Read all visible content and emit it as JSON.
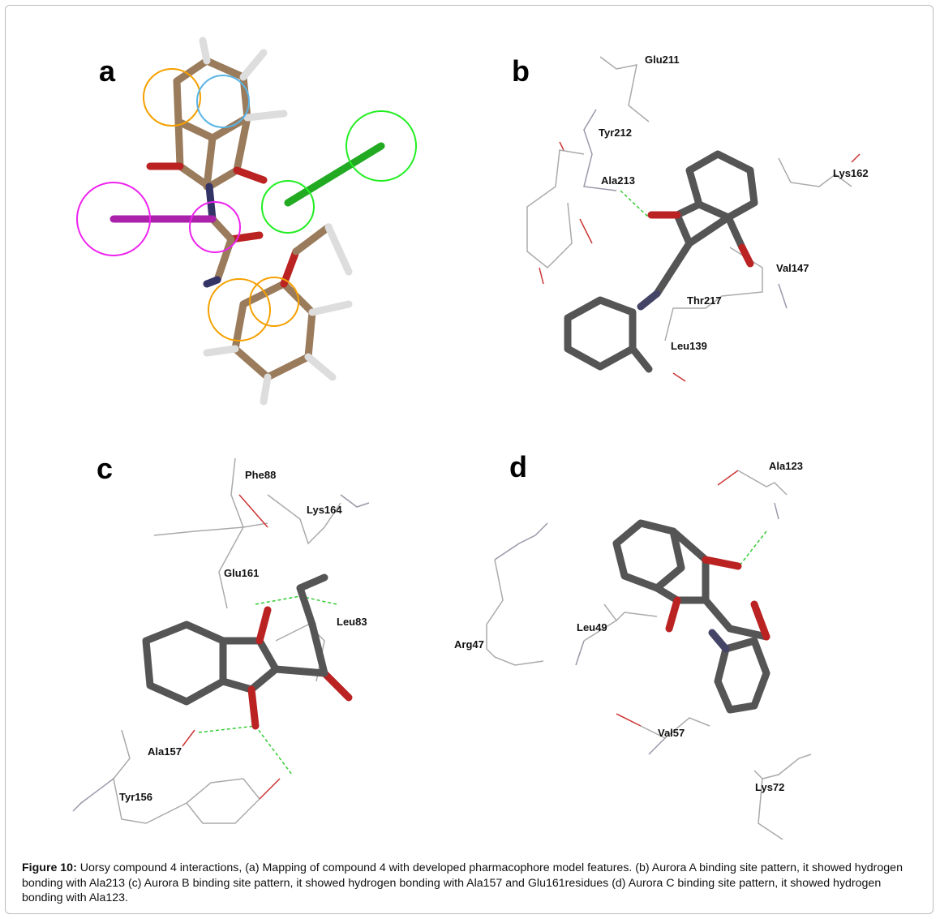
{
  "panels": {
    "a": {
      "label": "a"
    },
    "b": {
      "label": "b",
      "residues": [
        "Glu211",
        "Tyr212",
        "Ala213",
        "Lys162",
        "Val147",
        "Thr217",
        "Leu139"
      ]
    },
    "c": {
      "label": "c",
      "residues": [
        "Phe88",
        "Lys164",
        "Glu161",
        "Leu83",
        "Ala157",
        "Tyr156"
      ]
    },
    "d": {
      "label": "d",
      "residues": [
        "Ala123",
        "Leu49",
        "Arg47",
        "Val57",
        "Lys72"
      ]
    }
  },
  "caption": {
    "figure_label": "Figure 10:",
    "text": " Uorsy compound 4 interactions, (a) Mapping of compound 4 with developed pharmacophore model features. (b) Aurora A binding site pattern, it showed hydrogen bonding with Ala213 (c) Aurora B binding site  pattern, it showed hydrogen bonding with Ala157 and Glu161residues (d) Aurora C binding site pattern, it showed hydrogen bonding with Ala123."
  },
  "colors": {
    "hydrophobic": "#f5a000",
    "aromatic": "#5ab4e6",
    "acceptor": "#22ee22",
    "donor": "#ee22ee",
    "hbond": "#33cc33"
  }
}
